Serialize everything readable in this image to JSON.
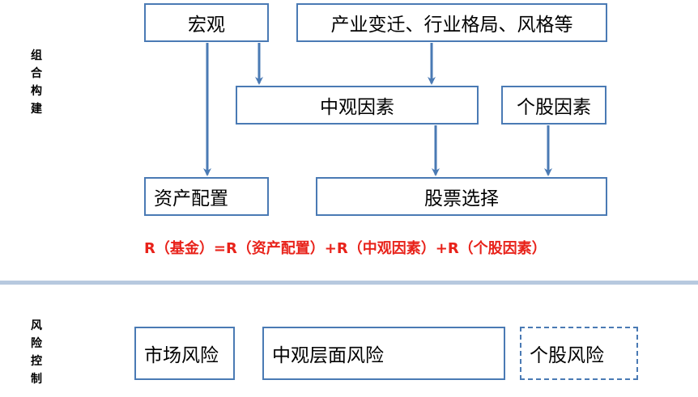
{
  "sections": {
    "portfolio_label": "组合构建",
    "risk_label": "风险控制"
  },
  "boxes": {
    "macro": "宏观",
    "industry": "产业变迁、行业格局、风格等",
    "meso": "中观因素",
    "stock_factor": "个股因素",
    "asset_allocation": "资产配置",
    "stock_selection": "股票选择"
  },
  "formula": "R（基金）=R（资产配置）+R（中观因素）+R（个股因素）",
  "risks": {
    "market": "市场风险",
    "meso": "中观层面风险",
    "stock": "个股风险"
  },
  "colors": {
    "box_border": "#4a7ab4",
    "arrow": "#4a7ab4",
    "formula": "#e8221a",
    "divider": "#b7c9df"
  }
}
